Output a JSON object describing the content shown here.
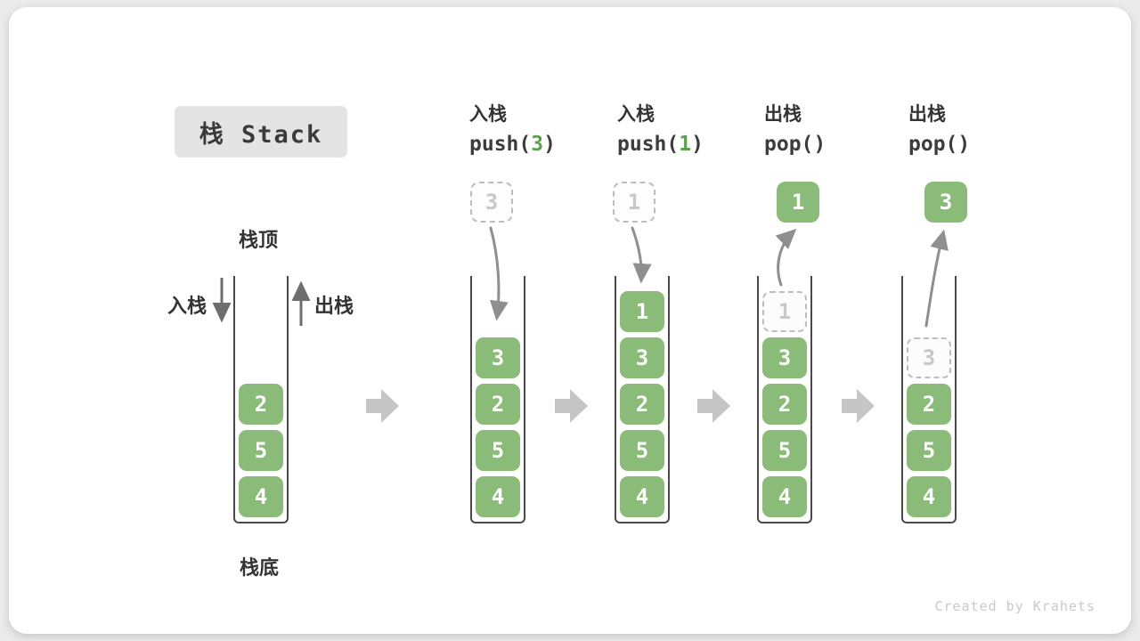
{
  "title": "栈 Stack",
  "labels": {
    "stack_top": "栈顶",
    "stack_bottom": "栈底",
    "push_side": "入栈",
    "pop_side": "出栈"
  },
  "operations": [
    {
      "name": "入栈",
      "fn": "push(",
      "arg": "3",
      "close": ")"
    },
    {
      "name": "入栈",
      "fn": "push(",
      "arg": "1",
      "close": ")"
    },
    {
      "name": "出栈",
      "fn": "pop(",
      "arg": "",
      "close": ")"
    },
    {
      "name": "出栈",
      "fn": "pop(",
      "arg": "",
      "close": ")"
    }
  ],
  "stacks": [
    {
      "cells": [
        "2",
        "5",
        "4"
      ]
    },
    {
      "floating": "3",
      "cells": [
        "3",
        "2",
        "5",
        "4"
      ]
    },
    {
      "floating": "1",
      "cells": [
        "1",
        "3",
        "2",
        "5",
        "4"
      ]
    },
    {
      "floating": "1",
      "ghost": "1",
      "cells": [
        "3",
        "2",
        "5",
        "4"
      ]
    },
    {
      "floating": "3",
      "ghost": "3",
      "cells": [
        "2",
        "5",
        "4"
      ]
    }
  ],
  "colors": {
    "cell_green": "#8abb78",
    "accent_green": "#5da14f",
    "container_border": "#4a4a4a",
    "curved_arrow": "#8f8f8f",
    "block_arrow": "#c6c6c6",
    "ghost_gray": "#bdbdbd"
  },
  "watermark": "Created by Krahets"
}
